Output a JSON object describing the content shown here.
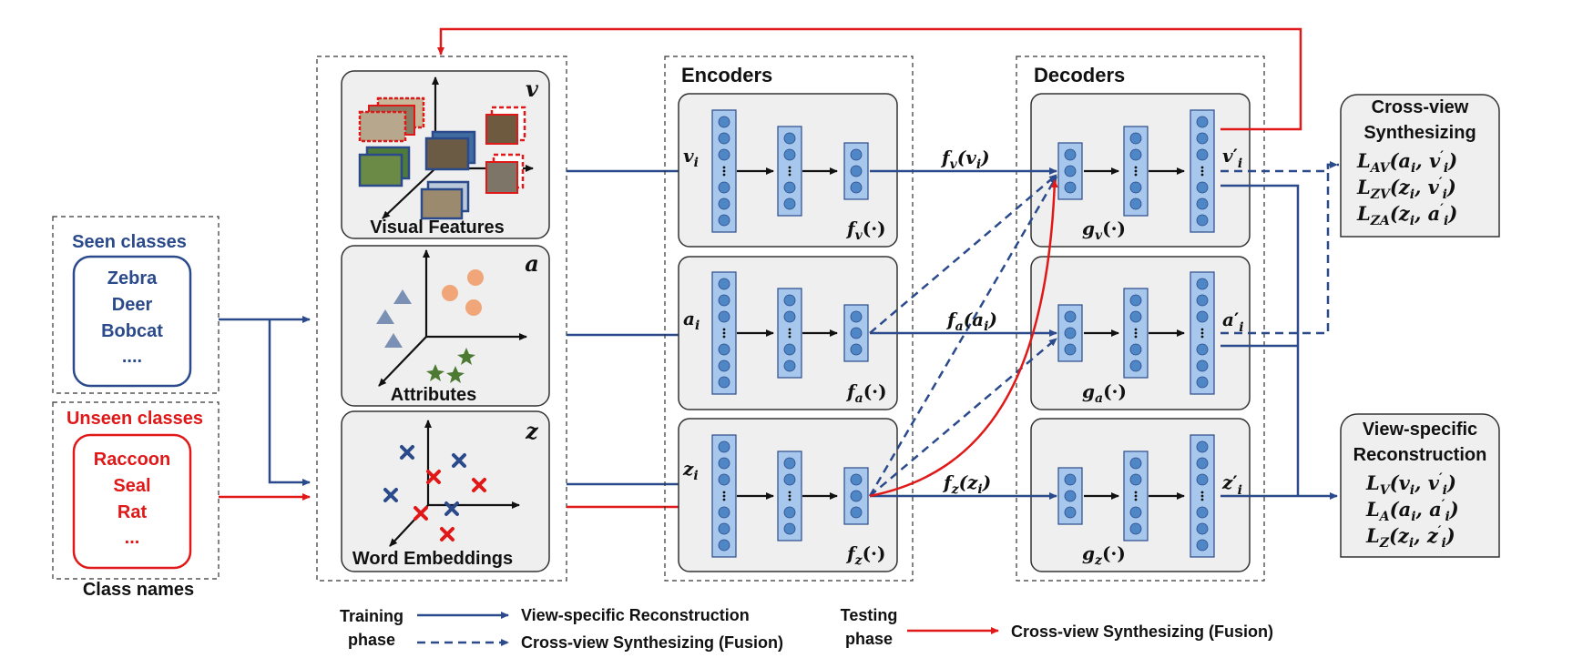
{
  "colors": {
    "blue": "#2b4a8b",
    "red": "#e01818",
    "node_fill": "#a7c8ec",
    "node_dot": "#4f86c6",
    "panel": "#efefef"
  },
  "class_names": {
    "seen_title": "Seen classes",
    "seen": [
      "Zebra",
      "Deer",
      "Bobcat",
      "...."
    ],
    "unseen_title": "Unseen classes",
    "unseen": [
      "Raccoon",
      "Seal",
      "Rat",
      "..."
    ],
    "caption": "Class names"
  },
  "views": {
    "visual": {
      "symbol": "v",
      "label": "Visual Features"
    },
    "attributes": {
      "symbol": "a",
      "label": "Attributes"
    },
    "word": {
      "symbol": "z",
      "label": "Word Embeddings"
    }
  },
  "encoders": {
    "title": "Encoders",
    "inputs": [
      "v",
      "a",
      "z"
    ],
    "functions": [
      "f",
      "f",
      "f"
    ],
    "fn_subscripts": [
      "v",
      "a",
      "z"
    ]
  },
  "mid_labels": {
    "fv": "f",
    "fv_sub": "v",
    "fv_arg": "(v",
    "fv_arg_sub": "i",
    "fv_close": ")",
    "fa": "f",
    "fa_sub": "a",
    "fa_arg": "(a",
    "fa_arg_sub": "i",
    "fa_close": ")",
    "fz": "f",
    "fz_sub": "z",
    "fz_arg": "(z",
    "fz_arg_sub": "i",
    "fz_close": ")"
  },
  "decoders": {
    "title": "Decoders",
    "fn_subscripts": [
      "v",
      "a",
      "z"
    ],
    "outputs": [
      "v",
      "a",
      "z"
    ]
  },
  "cross_view": {
    "title_line1": "Cross-view",
    "title_line2": "Synthesizing",
    "losses": [
      "L",
      "L",
      "L"
    ],
    "loss_subs": [
      "AV",
      "ZV",
      "ZA"
    ],
    "loss_args": [
      "(a",
      "(z",
      "(z"
    ],
    "loss_args2": [
      ", v",
      ", v",
      ", a"
    ]
  },
  "view_specific": {
    "title_line1": "View-specific",
    "title_line2": "Reconstruction",
    "losses": [
      "L",
      "L",
      "L"
    ],
    "loss_subs": [
      "V",
      "A",
      "Z"
    ],
    "loss_args": [
      "(v",
      "(a",
      "(z"
    ],
    "loss_args2": [
      ", v",
      ", a",
      ", z"
    ]
  },
  "legend": {
    "training_line1": "Training",
    "training_line2": "phase",
    "solid_label": "View-specific Reconstruction",
    "dashed_label": "Cross-view Synthesizing (Fusion)",
    "testing_line1": "Testing",
    "testing_line2": "phase",
    "red_label": "Cross-view Synthesizing (Fusion)"
  }
}
